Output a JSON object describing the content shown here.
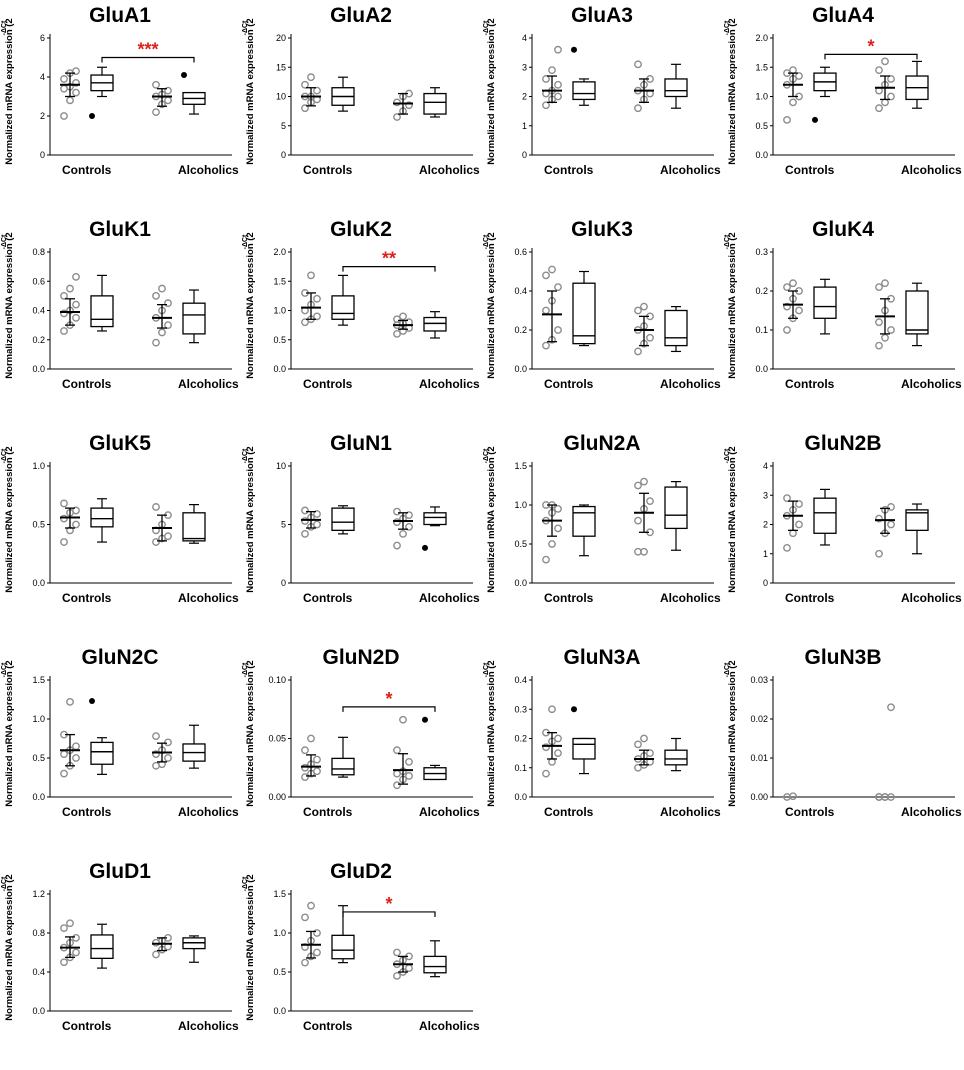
{
  "figure": {
    "ylabel": "Normalized mRNA expression (2",
    "ylabel_sup": "-ΔCt",
    "groups": [
      "Controls",
      "Alcoholics"
    ]
  },
  "chart_data": [
    {
      "type": "box_scatter",
      "title": "GluA1",
      "ylim": [
        0,
        6
      ],
      "yticks": [
        "0",
        "2",
        "4",
        "6"
      ],
      "ctrl_points": [
        2.0,
        2.8,
        3.2,
        3.4,
        3.5,
        3.7,
        3.9,
        4.2,
        4.3
      ],
      "ctrl_mean": 3.6,
      "ctrl_sd": [
        3.0,
        4.2
      ],
      "ctrl_box": {
        "min": 3.0,
        "q1": 3.3,
        "median": 3.7,
        "q3": 4.1,
        "max": 4.5,
        "outliers": [
          2.0
        ]
      },
      "alc_points": [
        2.2,
        2.6,
        2.8,
        3.0,
        3.1,
        3.3,
        3.6
      ],
      "alc_mean": 3.0,
      "alc_sd": [
        2.5,
        3.4
      ],
      "alc_box": {
        "min": 2.1,
        "q1": 2.6,
        "median": 2.9,
        "q3": 3.2,
        "max": 3.2,
        "outliers": [
          4.1
        ]
      },
      "sig": "***",
      "sig_level": 5.0
    },
    {
      "type": "box_scatter",
      "title": "GluA2",
      "ylim": [
        0,
        20
      ],
      "yticks": [
        "0",
        "5",
        "10",
        "15",
        "20"
      ],
      "ctrl_points": [
        8.0,
        9.0,
        9.5,
        10.0,
        10.0,
        11.0,
        12.0,
        13.3
      ],
      "ctrl_mean": 10.0,
      "ctrl_sd": [
        8.4,
        11.5
      ],
      "ctrl_box": {
        "min": 7.5,
        "q1": 8.5,
        "median": 10.0,
        "q3": 11.5,
        "max": 13.3,
        "outliers": []
      },
      "alc_points": [
        6.5,
        7.5,
        8.5,
        9.0,
        10.0,
        10.5
      ],
      "alc_mean": 8.8,
      "alc_sd": [
        7.0,
        10.5
      ],
      "alc_box": {
        "min": 6.5,
        "q1": 7.0,
        "median": 9.0,
        "q3": 10.5,
        "max": 11.5,
        "outliers": []
      },
      "sig": "",
      "sig_level": null
    },
    {
      "type": "box_scatter",
      "title": "GluA3",
      "ylim": [
        0,
        4
      ],
      "yticks": [
        "0",
        "1",
        "2",
        "3",
        "4"
      ],
      "ctrl_points": [
        1.7,
        1.9,
        2.0,
        2.1,
        2.2,
        2.4,
        2.6,
        2.9,
        3.6
      ],
      "ctrl_mean": 2.2,
      "ctrl_sd": [
        1.8,
        2.7
      ],
      "ctrl_box": {
        "min": 1.7,
        "q1": 1.9,
        "median": 2.1,
        "q3": 2.5,
        "max": 2.6,
        "outliers": [
          3.6
        ]
      },
      "alc_points": [
        1.6,
        1.9,
        2.1,
        2.2,
        2.4,
        2.6,
        3.1
      ],
      "alc_mean": 2.2,
      "alc_sd": [
        1.8,
        2.6
      ],
      "alc_box": {
        "min": 1.6,
        "q1": 2.0,
        "median": 2.2,
        "q3": 2.6,
        "max": 3.1,
        "outliers": []
      },
      "sig": "",
      "sig_level": null
    },
    {
      "type": "box_scatter",
      "title": "GluA4",
      "ylim": [
        0,
        2
      ],
      "yticks": [
        "0.0",
        "0.5",
        "1.0",
        "1.5",
        "2.0"
      ],
      "ctrl_points": [
        0.6,
        0.9,
        1.0,
        1.2,
        1.3,
        1.35,
        1.4,
        1.45
      ],
      "ctrl_mean": 1.2,
      "ctrl_sd": [
        1.0,
        1.4
      ],
      "ctrl_box": {
        "min": 1.0,
        "q1": 1.1,
        "median": 1.25,
        "q3": 1.4,
        "max": 1.5,
        "outliers": [
          0.6
        ]
      },
      "alc_points": [
        0.8,
        0.9,
        1.0,
        1.1,
        1.2,
        1.3,
        1.45,
        1.6
      ],
      "alc_mean": 1.15,
      "alc_sd": [
        0.95,
        1.35
      ],
      "alc_box": {
        "min": 0.8,
        "q1": 0.95,
        "median": 1.15,
        "q3": 1.35,
        "max": 1.6,
        "outliers": []
      },
      "sig": "*",
      "sig_level": 1.72
    },
    {
      "type": "box_scatter",
      "title": "GluK1",
      "ylim": [
        0,
        0.8
      ],
      "yticks": [
        "0.0",
        "0.2",
        "0.4",
        "0.6",
        "0.8"
      ],
      "ctrl_points": [
        0.26,
        0.3,
        0.35,
        0.38,
        0.4,
        0.44,
        0.5,
        0.55,
        0.63
      ],
      "ctrl_mean": 0.39,
      "ctrl_sd": [
        0.3,
        0.48
      ],
      "ctrl_box": {
        "min": 0.26,
        "q1": 0.29,
        "median": 0.34,
        "q3": 0.5,
        "max": 0.64,
        "outliers": []
      },
      "alc_points": [
        0.18,
        0.25,
        0.3,
        0.35,
        0.4,
        0.45,
        0.5,
        0.55
      ],
      "alc_mean": 0.35,
      "alc_sd": [
        0.28,
        0.44
      ],
      "alc_box": {
        "min": 0.18,
        "q1": 0.24,
        "median": 0.37,
        "q3": 0.45,
        "max": 0.54,
        "outliers": []
      },
      "sig": "",
      "sig_level": null
    },
    {
      "type": "box_scatter",
      "title": "GluK2",
      "ylim": [
        0,
        2
      ],
      "yticks": [
        "0.0",
        "0.5",
        "1.0",
        "1.5",
        "2.0"
      ],
      "ctrl_points": [
        0.8,
        0.85,
        0.9,
        1.0,
        1.1,
        1.2,
        1.3,
        1.6
      ],
      "ctrl_mean": 1.05,
      "ctrl_sd": [
        0.85,
        1.3
      ],
      "ctrl_box": {
        "min": 0.75,
        "q1": 0.85,
        "median": 0.95,
        "q3": 1.25,
        "max": 1.6,
        "outliers": []
      },
      "alc_points": [
        0.6,
        0.65,
        0.7,
        0.75,
        0.78,
        0.8,
        0.85,
        0.9
      ],
      "alc_mean": 0.75,
      "alc_sd": [
        0.68,
        0.83
      ],
      "alc_box": {
        "min": 0.53,
        "q1": 0.65,
        "median": 0.78,
        "q3": 0.88,
        "max": 0.98,
        "outliers": []
      },
      "sig": "**",
      "sig_level": 1.75
    },
    {
      "type": "box_scatter",
      "title": "GluK3",
      "ylim": [
        0,
        0.6
      ],
      "yticks": [
        "0.0",
        "0.2",
        "0.4",
        "0.6"
      ],
      "ctrl_points": [
        0.12,
        0.15,
        0.2,
        0.3,
        0.35,
        0.42,
        0.48,
        0.51
      ],
      "ctrl_mean": 0.28,
      "ctrl_sd": [
        0.14,
        0.4
      ],
      "ctrl_box": {
        "min": 0.12,
        "q1": 0.13,
        "median": 0.17,
        "q3": 0.44,
        "max": 0.5,
        "outliers": []
      },
      "alc_points": [
        0.09,
        0.13,
        0.16,
        0.2,
        0.22,
        0.27,
        0.3,
        0.32
      ],
      "alc_mean": 0.2,
      "alc_sd": [
        0.12,
        0.27
      ],
      "alc_box": {
        "min": 0.09,
        "q1": 0.12,
        "median": 0.16,
        "q3": 0.3,
        "max": 0.32,
        "outliers": []
      },
      "sig": "",
      "sig_level": null
    },
    {
      "type": "box_scatter",
      "title": "GluK4",
      "ylim": [
        0,
        0.3
      ],
      "yticks": [
        "0.0",
        "0.1",
        "0.2",
        "0.3"
      ],
      "ctrl_points": [
        0.1,
        0.13,
        0.15,
        0.16,
        0.18,
        0.2,
        0.21,
        0.22
      ],
      "ctrl_mean": 0.165,
      "ctrl_sd": [
        0.13,
        0.2
      ],
      "ctrl_box": {
        "min": 0.09,
        "q1": 0.13,
        "median": 0.16,
        "q3": 0.21,
        "max": 0.23,
        "outliers": []
      },
      "alc_points": [
        0.06,
        0.08,
        0.1,
        0.12,
        0.15,
        0.18,
        0.21,
        0.22
      ],
      "alc_mean": 0.135,
      "alc_sd": [
        0.09,
        0.18
      ],
      "alc_box": {
        "min": 0.06,
        "q1": 0.09,
        "median": 0.1,
        "q3": 0.2,
        "max": 0.22,
        "outliers": []
      },
      "sig": "",
      "sig_level": null
    },
    {
      "type": "box_scatter",
      "title": "GluK5",
      "ylim": [
        0,
        1
      ],
      "yticks": [
        "0.0",
        "0.5",
        "1.0"
      ],
      "ctrl_points": [
        0.35,
        0.45,
        0.5,
        0.55,
        0.6,
        0.62,
        0.68
      ],
      "ctrl_mean": 0.56,
      "ctrl_sd": [
        0.47,
        0.64
      ],
      "ctrl_box": {
        "min": 0.35,
        "q1": 0.48,
        "median": 0.55,
        "q3": 0.64,
        "max": 0.72,
        "outliers": []
      },
      "alc_points": [
        0.35,
        0.38,
        0.4,
        0.45,
        0.5,
        0.58,
        0.65
      ],
      "alc_mean": 0.47,
      "alc_sd": [
        0.36,
        0.58
      ],
      "alc_box": {
        "min": 0.34,
        "q1": 0.36,
        "median": 0.38,
        "q3": 0.6,
        "max": 0.67,
        "outliers": []
      },
      "sig": "",
      "sig_level": null
    },
    {
      "type": "box_scatter",
      "title": "GluN1",
      "ylim": [
        0,
        10
      ],
      "yticks": [
        "0",
        "5",
        "10"
      ],
      "ctrl_points": [
        4.2,
        4.8,
        5.0,
        5.3,
        5.6,
        5.9,
        6.2
      ],
      "ctrl_mean": 5.4,
      "ctrl_sd": [
        4.7,
        6.1
      ],
      "ctrl_box": {
        "min": 4.2,
        "q1": 4.5,
        "median": 5.2,
        "q3": 6.4,
        "max": 6.6,
        "outliers": []
      },
      "alc_points": [
        3.2,
        4.2,
        4.8,
        5.2,
        5.5,
        5.8,
        6.1
      ],
      "alc_mean": 5.3,
      "alc_sd": [
        4.6,
        6.0
      ],
      "alc_box": {
        "min": 4.9,
        "q1": 5.0,
        "median": 5.6,
        "q3": 6.0,
        "max": 6.5,
        "outliers": [
          3.0
        ]
      },
      "sig": "",
      "sig_level": null
    },
    {
      "type": "box_scatter",
      "title": "GluN2A",
      "ylim": [
        0,
        1.5
      ],
      "yticks": [
        "0.0",
        "0.5",
        "1.0",
        "1.5"
      ],
      "ctrl_points": [
        0.3,
        0.5,
        0.7,
        0.8,
        0.9,
        0.95,
        1.0,
        1.0
      ],
      "ctrl_mean": 0.8,
      "ctrl_sd": [
        0.6,
        1.0
      ],
      "ctrl_box": {
        "min": 0.35,
        "q1": 0.6,
        "median": 0.9,
        "q3": 0.98,
        "max": 1.0,
        "outliers": []
      },
      "alc_points": [
        0.4,
        0.4,
        0.65,
        0.8,
        0.95,
        1.05,
        1.25,
        1.3
      ],
      "alc_mean": 0.9,
      "alc_sd": [
        0.65,
        1.15
      ],
      "alc_box": {
        "min": 0.42,
        "q1": 0.7,
        "median": 0.87,
        "q3": 1.23,
        "max": 1.3,
        "outliers": []
      },
      "sig": "",
      "sig_level": null
    },
    {
      "type": "box_scatter",
      "title": "GluN2B",
      "ylim": [
        0,
        4
      ],
      "yticks": [
        "0",
        "1",
        "2",
        "3",
        "4"
      ],
      "ctrl_points": [
        1.2,
        1.7,
        2.0,
        2.3,
        2.5,
        2.7,
        2.9
      ],
      "ctrl_mean": 2.3,
      "ctrl_sd": [
        1.8,
        2.8
      ],
      "ctrl_box": {
        "min": 1.3,
        "q1": 1.7,
        "median": 2.4,
        "q3": 2.9,
        "max": 3.2,
        "outliers": []
      },
      "alc_points": [
        1.0,
        1.7,
        2.0,
        2.2,
        2.5,
        2.6
      ],
      "alc_mean": 2.15,
      "alc_sd": [
        1.7,
        2.55
      ],
      "alc_box": {
        "min": 1.0,
        "q1": 1.8,
        "median": 2.4,
        "q3": 2.5,
        "max": 2.7,
        "outliers": []
      },
      "sig": "",
      "sig_level": null
    },
    {
      "type": "box_scatter",
      "title": "GluN2C",
      "ylim": [
        0,
        1.5
      ],
      "yticks": [
        "0.0",
        "0.5",
        "1.0",
        "1.5"
      ],
      "ctrl_points": [
        0.3,
        0.4,
        0.5,
        0.55,
        0.6,
        0.65,
        0.8,
        1.22
      ],
      "ctrl_mean": 0.6,
      "ctrl_sd": [
        0.4,
        0.8
      ],
      "ctrl_box": {
        "min": 0.29,
        "q1": 0.42,
        "median": 0.58,
        "q3": 0.7,
        "max": 0.76,
        "outliers": [
          1.23
        ]
      },
      "alc_points": [
        0.4,
        0.42,
        0.5,
        0.55,
        0.6,
        0.7,
        0.78
      ],
      "alc_mean": 0.57,
      "alc_sd": [
        0.45,
        0.69
      ],
      "alc_box": {
        "min": 0.37,
        "q1": 0.46,
        "median": 0.57,
        "q3": 0.68,
        "max": 0.92,
        "outliers": []
      },
      "sig": "",
      "sig_level": null
    },
    {
      "type": "box_scatter",
      "title": "GluN2D",
      "ylim": [
        0,
        0.1
      ],
      "yticks": [
        "0.00",
        "0.05",
        "0.10"
      ],
      "ctrl_points": [
        0.017,
        0.02,
        0.022,
        0.025,
        0.028,
        0.032,
        0.04,
        0.05
      ],
      "ctrl_mean": 0.026,
      "ctrl_sd": [
        0.018,
        0.036
      ],
      "ctrl_box": {
        "min": 0.017,
        "q1": 0.019,
        "median": 0.024,
        "q3": 0.033,
        "max": 0.051,
        "outliers": []
      },
      "alc_points": [
        0.01,
        0.015,
        0.018,
        0.02,
        0.022,
        0.03,
        0.04,
        0.066
      ],
      "alc_mean": 0.023,
      "alc_sd": [
        0.011,
        0.037
      ],
      "alc_box": {
        "min": 0.015,
        "q1": 0.015,
        "median": 0.02,
        "q3": 0.025,
        "max": 0.027,
        "outliers": [
          0.066
        ]
      },
      "sig": "*",
      "sig_level": 0.077
    },
    {
      "type": "box_scatter",
      "title": "GluN3A",
      "ylim": [
        0,
        0.4
      ],
      "yticks": [
        "0.0",
        "0.1",
        "0.2",
        "0.3",
        "0.4"
      ],
      "ctrl_points": [
        0.08,
        0.12,
        0.15,
        0.17,
        0.19,
        0.2,
        0.22,
        0.3
      ],
      "ctrl_mean": 0.175,
      "ctrl_sd": [
        0.13,
        0.22
      ],
      "ctrl_box": {
        "min": 0.08,
        "q1": 0.13,
        "median": 0.18,
        "q3": 0.2,
        "max": 0.2,
        "outliers": [
          0.3
        ]
      },
      "alc_points": [
        0.1,
        0.11,
        0.12,
        0.13,
        0.14,
        0.15,
        0.18,
        0.2
      ],
      "alc_mean": 0.13,
      "alc_sd": [
        0.11,
        0.16
      ],
      "alc_box": {
        "min": 0.09,
        "q1": 0.11,
        "median": 0.13,
        "q3": 0.16,
        "max": 0.2,
        "outliers": []
      },
      "sig": "",
      "sig_level": null
    },
    {
      "type": "box_scatter",
      "title": "GluN3B",
      "ylim": [
        0,
        0.03
      ],
      "yticks": [
        "0.00",
        "0.01",
        "0.02",
        "0.03"
      ],
      "ctrl_points": [
        0.0,
        0.0002
      ],
      "ctrl_mean": null,
      "ctrl_sd": null,
      "ctrl_box": null,
      "alc_points": [
        0.0,
        0.0,
        0.0,
        0.0,
        0.0,
        0.023
      ],
      "alc_mean": null,
      "alc_sd": null,
      "alc_box": null,
      "sig": "",
      "sig_level": null
    },
    {
      "type": "box_scatter",
      "title": "GluD1",
      "ylim": [
        0,
        1.2
      ],
      "yticks": [
        "0.0",
        "0.4",
        "0.8",
        "1.2"
      ],
      "ctrl_points": [
        0.5,
        0.55,
        0.6,
        0.65,
        0.7,
        0.75,
        0.85,
        0.9
      ],
      "ctrl_mean": 0.65,
      "ctrl_sd": [
        0.55,
        0.76
      ],
      "ctrl_box": {
        "min": 0.44,
        "q1": 0.54,
        "median": 0.64,
        "q3": 0.78,
        "max": 0.89,
        "outliers": []
      },
      "alc_points": [
        0.58,
        0.63,
        0.66,
        0.7,
        0.72,
        0.75
      ],
      "alc_mean": 0.69,
      "alc_sd": [
        0.62,
        0.75
      ],
      "alc_box": {
        "min": 0.5,
        "q1": 0.64,
        "median": 0.7,
        "q3": 0.75,
        "max": 0.77,
        "outliers": []
      },
      "sig": "",
      "sig_level": null
    },
    {
      "type": "box_scatter",
      "title": "GluD2",
      "ylim": [
        0,
        1.5
      ],
      "yticks": [
        "0.0",
        "0.5",
        "1.0",
        "1.5"
      ],
      "ctrl_points": [
        0.62,
        0.7,
        0.75,
        0.82,
        0.9,
        1.0,
        1.2,
        1.35
      ],
      "ctrl_mean": 0.85,
      "ctrl_sd": [
        0.68,
        1.02
      ],
      "ctrl_box": {
        "min": 0.62,
        "q1": 0.67,
        "median": 0.78,
        "q3": 0.97,
        "max": 1.35,
        "outliers": []
      },
      "alc_points": [
        0.45,
        0.5,
        0.55,
        0.6,
        0.65,
        0.7,
        0.75
      ],
      "alc_mean": 0.6,
      "alc_sd": [
        0.5,
        0.7
      ],
      "alc_box": {
        "min": 0.44,
        "q1": 0.49,
        "median": 0.57,
        "q3": 0.7,
        "max": 0.9,
        "outliers": []
      },
      "sig": "*",
      "sig_level": 1.27
    }
  ]
}
